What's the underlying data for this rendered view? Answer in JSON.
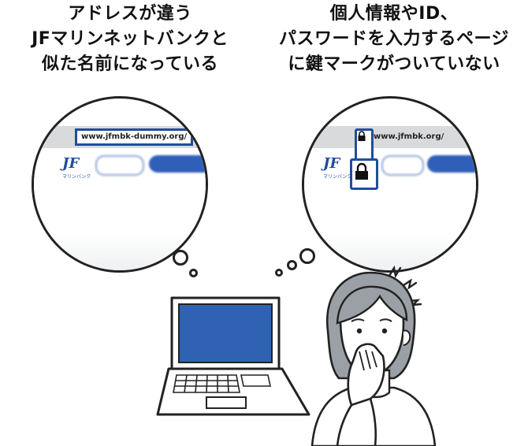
{
  "caption_left": {
    "line1": "アドレスが違う",
    "line2": "JFマリンネットバンクと",
    "line3": "似た名前になっている"
  },
  "caption_right": {
    "line1": "個人情報やID、",
    "line2": "パスワードを入力するページ",
    "line3": "に鍵マークがついていない"
  },
  "bubble_left": {
    "url": "www.jfmbk-dummy.org/",
    "logo": "JF",
    "logo_sub": "マリンバンク"
  },
  "bubble_right": {
    "url": "www.jfmbk.org/",
    "logo": "JF",
    "logo_sub": "マリンバンク"
  },
  "icons": {
    "lock": "lock-icon",
    "laptop": "laptop-icon",
    "person": "worried-woman-illustration"
  },
  "colors": {
    "highlight": "#1f4e9a",
    "screen": "#2f62b3",
    "hair": "#9aa0a6"
  }
}
